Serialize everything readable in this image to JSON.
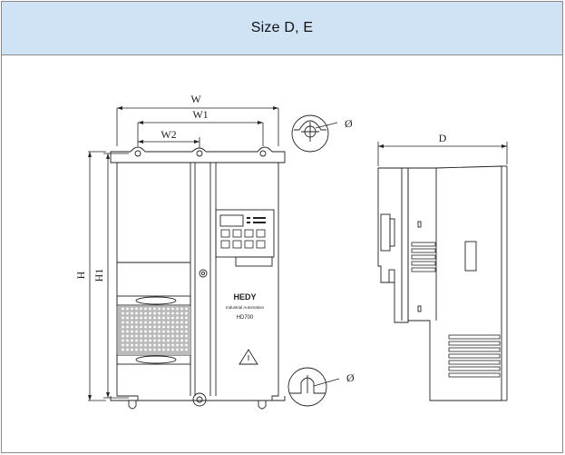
{
  "header": {
    "title": "Size D, E"
  },
  "dimensions": {
    "w": "W",
    "w1": "W1",
    "w2": "W2",
    "h": "H",
    "h1": "H1",
    "d": "D",
    "hole_dia_top": "Ø",
    "hole_dia_bottom": "Ø"
  },
  "drive": {
    "brand": "HEDY",
    "subtitle": "Industrial Automation",
    "model": "HD700"
  }
}
